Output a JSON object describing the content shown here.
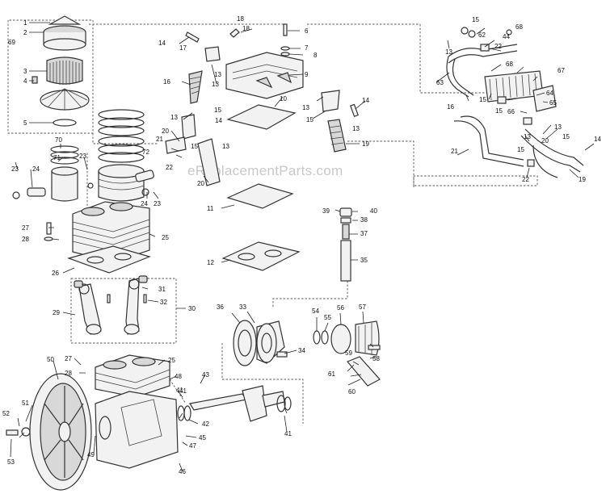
{
  "watermark": "eReplacementParts.com",
  "callouts": [
    "1",
    "2",
    "3",
    "4",
    "5",
    "6",
    "7",
    "8",
    "9",
    "10",
    "11",
    "12",
    "13",
    "14",
    "15",
    "16",
    "17",
    "18",
    "19",
    "20",
    "21",
    "22",
    "23",
    "24",
    "25",
    "26",
    "27",
    "28",
    "29",
    "30",
    "31",
    "32",
    "33",
    "34",
    "35",
    "36",
    "37",
    "38",
    "39",
    "40",
    "41",
    "42",
    "43",
    "44",
    "45",
    "46",
    "47",
    "48",
    "49",
    "50",
    "51",
    "52",
    "53",
    "54",
    "55",
    "56",
    "57",
    "58",
    "59",
    "60",
    "61",
    "62",
    "63",
    "64",
    "65",
    "66",
    "67",
    "68",
    "69",
    "70",
    "71",
    "72"
  ]
}
